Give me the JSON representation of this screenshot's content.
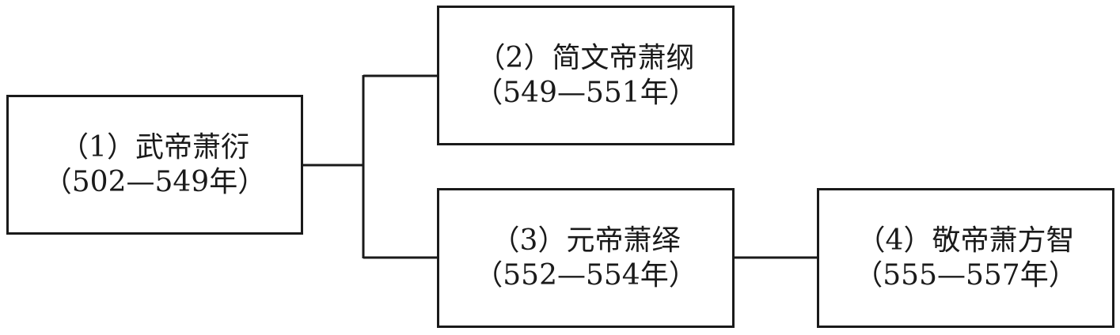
{
  "nodes": [
    {
      "id": "n1",
      "title": "（1）武帝萧衍",
      "years": "（502—549年）"
    },
    {
      "id": "n2",
      "title": "（2）简文帝萧纲",
      "years": "（549—551年）"
    },
    {
      "id": "n3",
      "title": "（3）元帝萧绎",
      "years": "（552—554年）"
    },
    {
      "id": "n4",
      "title": "（4）敬帝萧方智",
      "years": "（555—557年）"
    }
  ],
  "edges": [
    {
      "from": "n1",
      "to": "n2"
    },
    {
      "from": "n1",
      "to": "n3"
    },
    {
      "from": "n3",
      "to": "n4"
    }
  ]
}
